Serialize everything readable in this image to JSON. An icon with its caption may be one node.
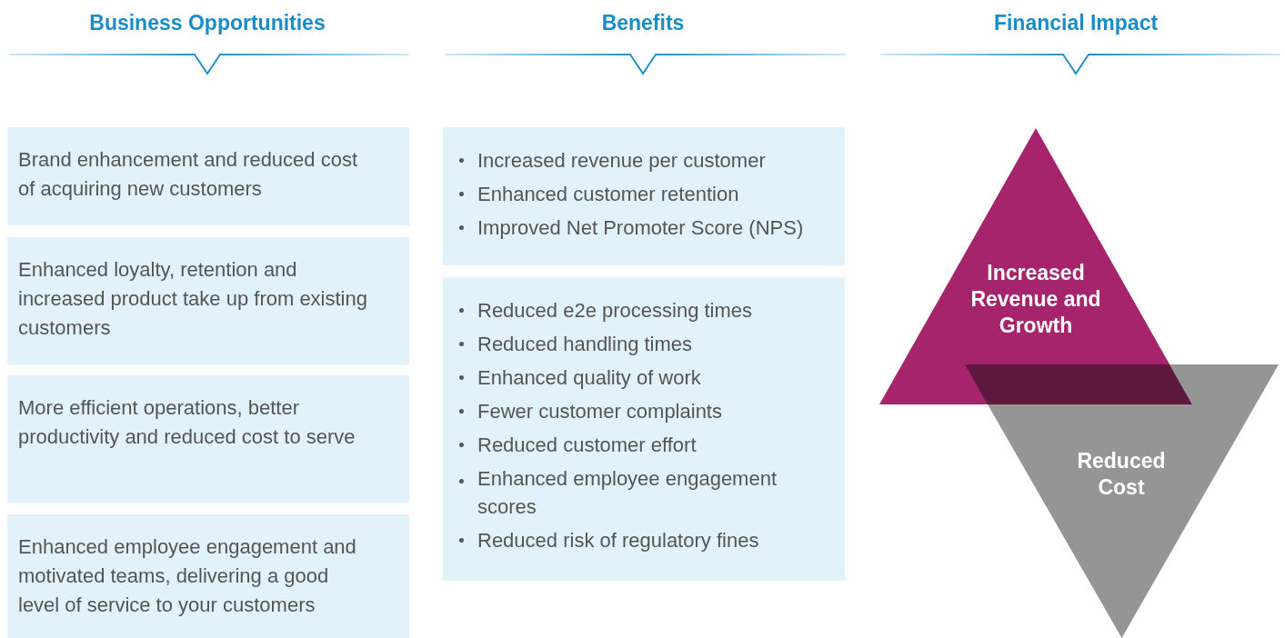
{
  "diagram": {
    "nodes": [
      {
        "text": [
          "Brand enhancement and reduced cost of acquiring new customers"
        ]
      },
      {
        "text": [
          "Enhanced loyalty, retention and increased product take up from existing customers"
        ]
      },
      {
        "text": [
          "More efficient operations, better productivity and reduced cost to serve"
        ]
      },
      {
        "text": [
          "Enhanced employee engagement and motivated teams, delivering a good level of service to your customers"
        ]
      },
      {
        "text": [
          "Increased revenue per customer",
          "Enhanced customer retention",
          "Improved Net Promoter Score (NPS)"
        ]
      },
      {
        "text": [
          "Reduced e2e processing times",
          "Reduced handling times",
          "Enhanced quality of work",
          "Fewer customer complaints",
          "Reduced customer effort",
          "Enhanced employee engagement scores",
          "Reduced risk of regulatory fines"
        ]
      },
      {
        "text": [
          "Increased Revenue and Growth"
        ]
      },
      {
        "text": [
          "Reduced Cost"
        ]
      }
    ],
    "edges": [],
    "labels": [
      "Business Opportunities",
      "Benefits",
      "Financial Impact"
    ]
  }
}
